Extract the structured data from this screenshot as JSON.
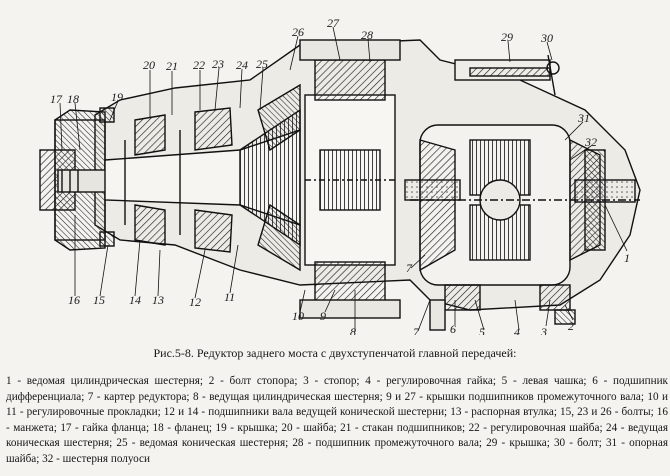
{
  "caption": "Рис.5-8. Редуктор заднего моста с  двухступенчатой  главной передачей:",
  "legend": "1 - ведомая цилиндрическая шестерня; 2 - болт стопора; 3 - стопор; 4 - регулировочная гайка; 5 - левая чашка; 6 - подшипник дифференциала; 7 - картер редуктора; 8 - ведущая цилиндрическая шестерня; 9 и 27 - крышки подшипников промежуточного вала; 10 и 11 - регулировочные прокладки; 12 и 14 - подшипники вала ведущей конической шестерни; 13 - распорная втулка; 15, 23 и 26 - болты; 16 - манжета; 17 - гайка фланца; 18 - фланец; 19 - крышка; 20 - шайба; 21 - стакан подшипников; 22 - регулировочная шайба; 24 - ведущая коническая шестерня; 25 - ведомая коническая шестерня; 28 - подшипник промежуточного вала; 29 - крышка; 30 - болт; 31 - опорная шайба; 32 - шестерня полуоси",
  "callouts": [
    "1",
    "2",
    "3",
    "4",
    "5",
    "6",
    "7",
    "7",
    "8",
    "9",
    "10",
    "11",
    "12",
    "13",
    "14",
    "15",
    "16",
    "17",
    "18",
    "19",
    "20",
    "21",
    "22",
    "23",
    "24",
    "25",
    "26",
    "27",
    "28",
    "29",
    "30",
    "31",
    "32"
  ]
}
